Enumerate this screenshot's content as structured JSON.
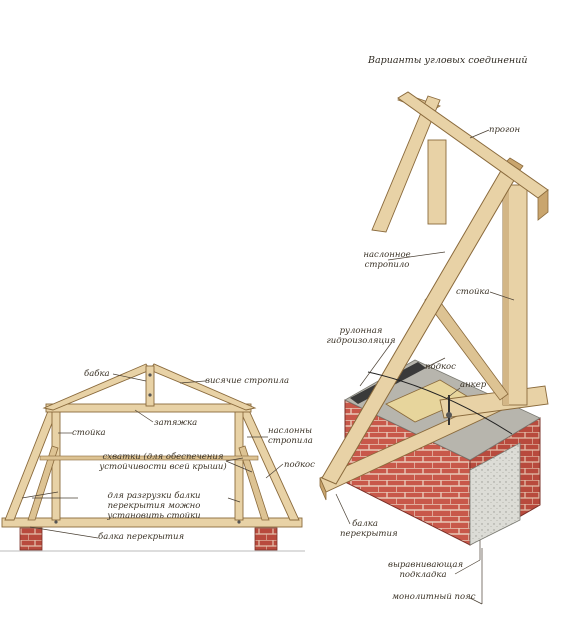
{
  "title": "Варианты угловых соединений",
  "left_labels": {
    "babka": "бабка",
    "visyachie": "висячие стропила",
    "zatyazhka": "затяжка",
    "stoyka": "стойка",
    "naslonnye": "наслонны стропила",
    "skhvatki": "схватки (для обеспечения устойчивости всей крыши)",
    "podkos": "подкос",
    "dlya_razgruzki": "для разгрузки балки перекрытия можно установить стойки",
    "balka": "балка перекрытия"
  },
  "right_labels": {
    "progon": "прогон",
    "naslonnoe": "наслонное стропило",
    "stoyka": "стойка",
    "rulonnaya": "рулонная гидроизоляция",
    "podkos": "подкос",
    "anker": "анкер",
    "balka": "балка перекрытия",
    "vyravnivayushchaya": "выравнивающая подкладка",
    "monolitny": "монолитный пояс"
  },
  "colors": {
    "wood": "#e8d2a6",
    "wood_dark": "#c9a56e",
    "wood_edge": "#8a6a3c",
    "brick": "#c8584a",
    "brick_mortar": "#e9c9b8",
    "concrete": "#d9d9d4",
    "text": "#3a3226"
  }
}
